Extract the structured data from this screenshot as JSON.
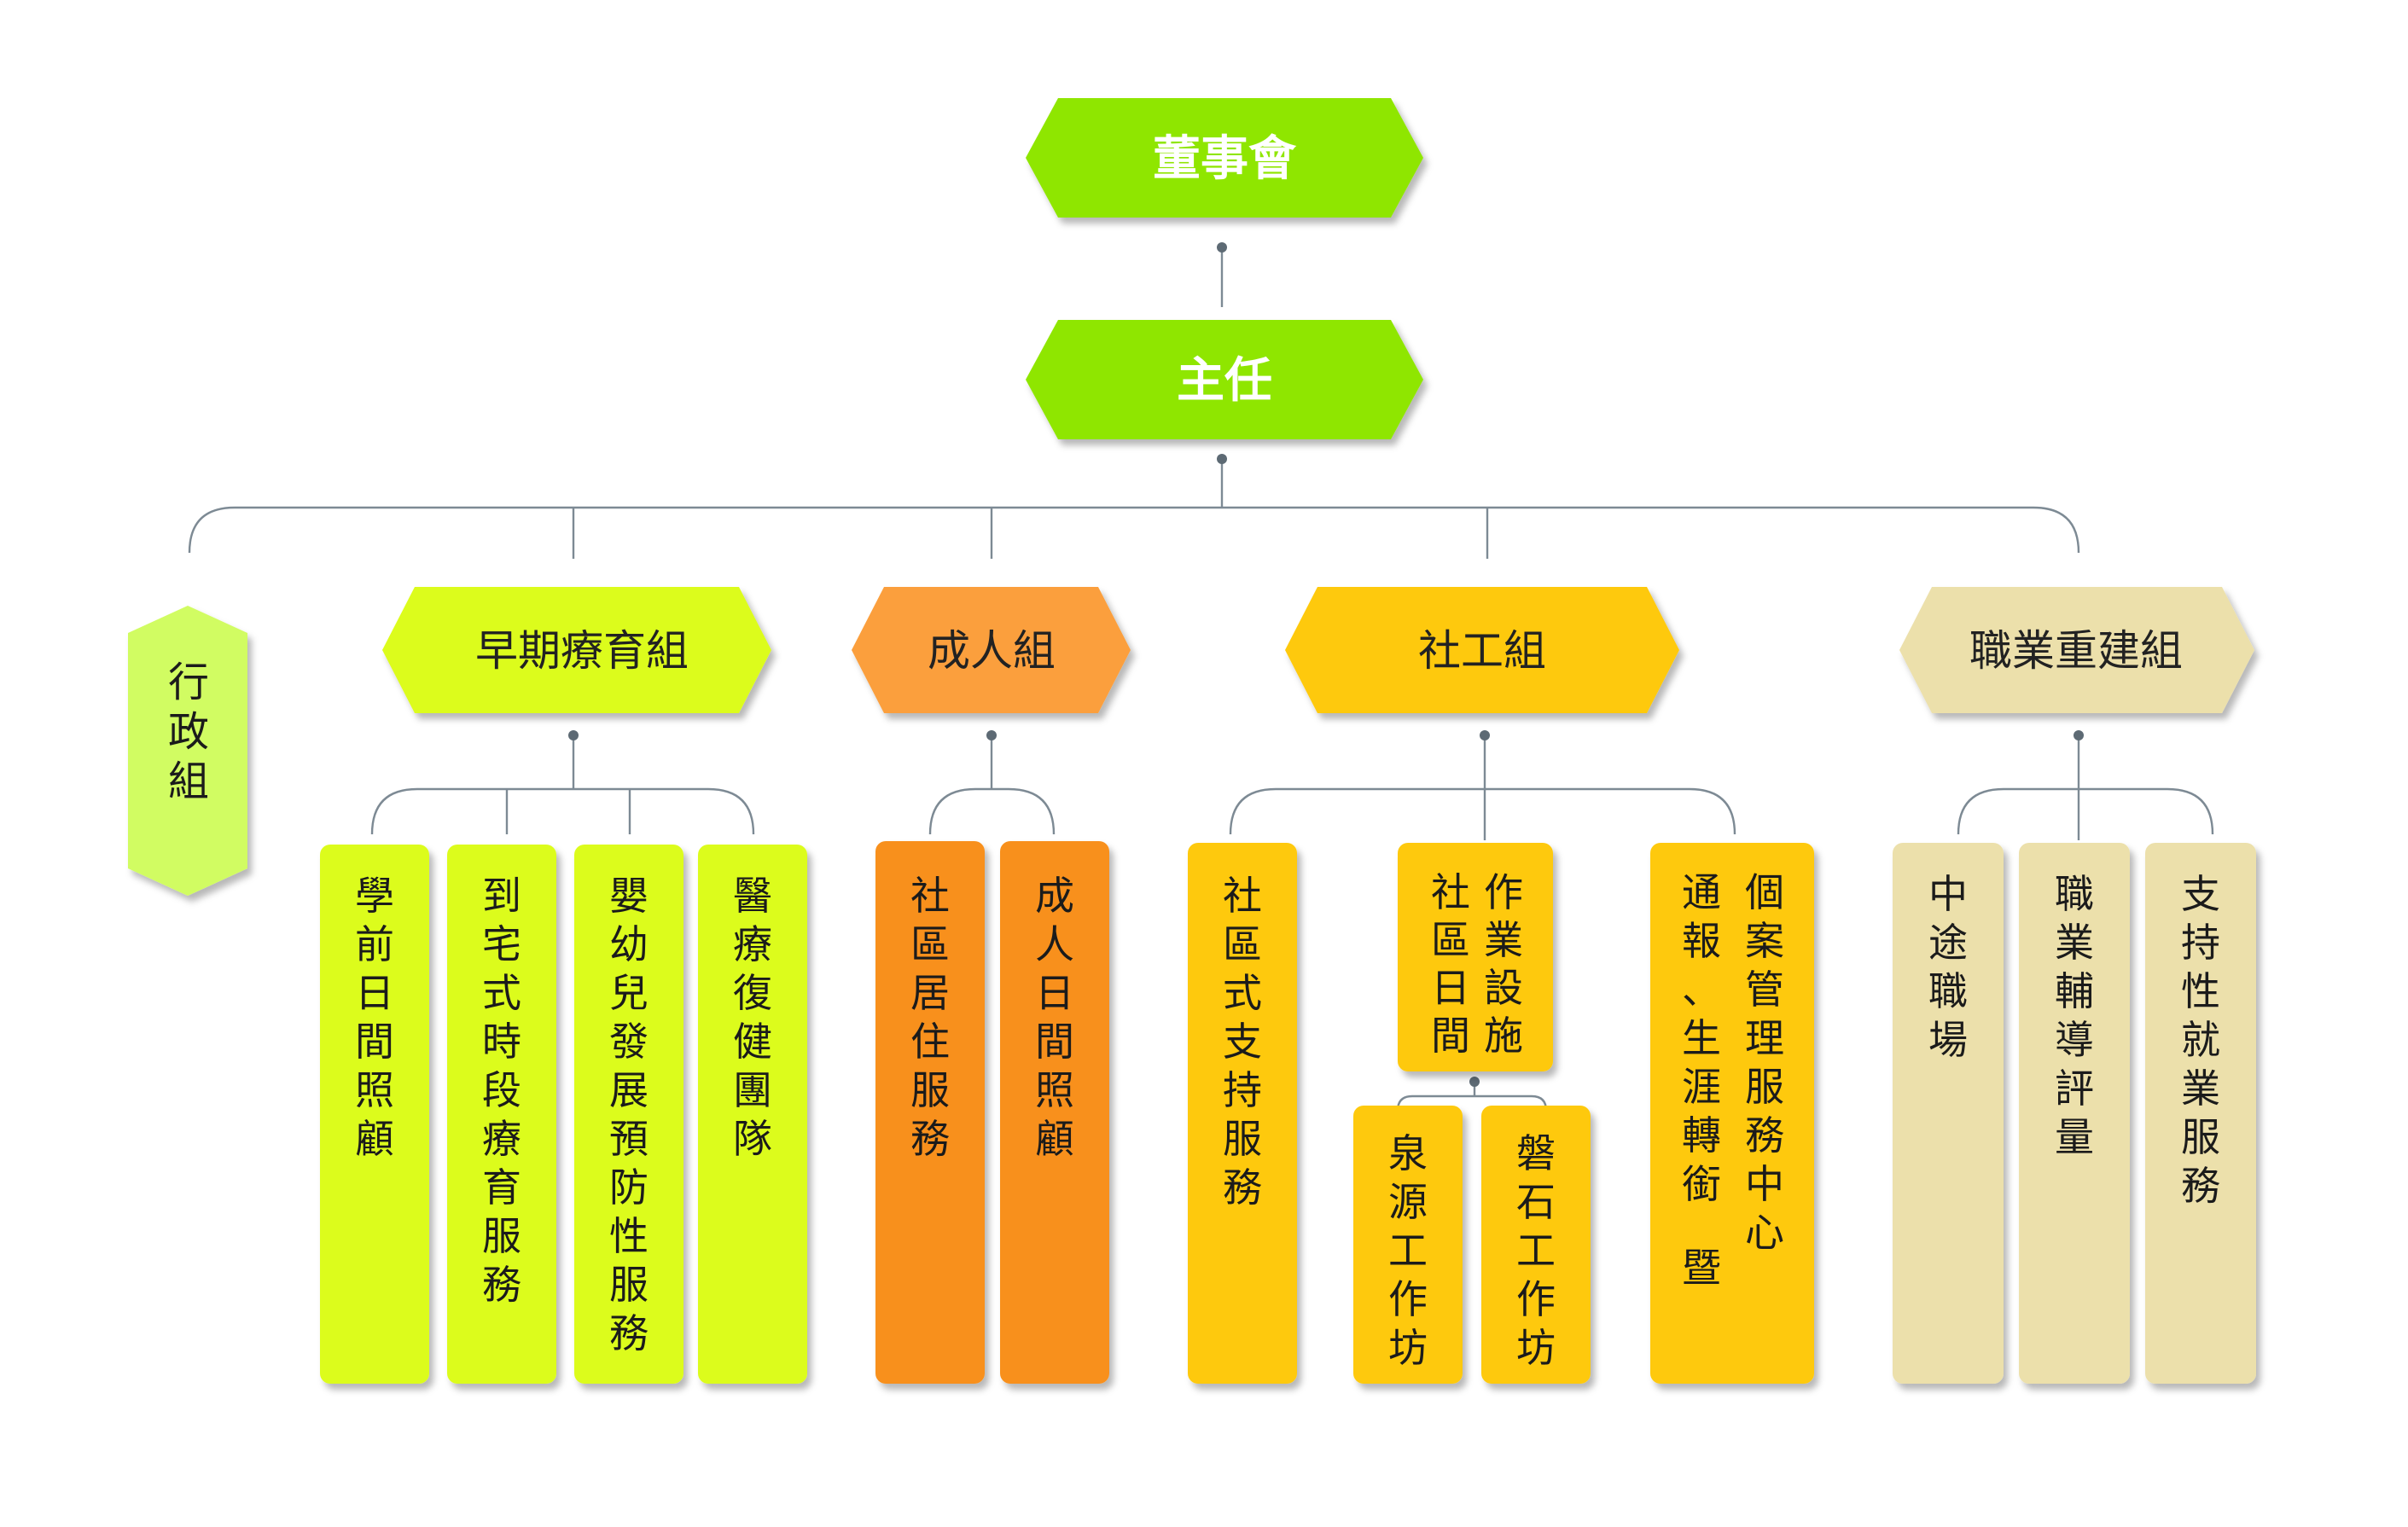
{
  "colors": {
    "lime": "#8fe600",
    "yellowgreen": "#dcfc1e",
    "admin": "#d1fc62",
    "orange_hex": "#fb9f3c",
    "orange_box": "#f8901e",
    "gold": "#fec90a",
    "beige": "#ece0ab",
    "line": "#7d8a94"
  },
  "top": {
    "board": "董事會",
    "director": "主任"
  },
  "departments": {
    "admin": "行政組",
    "early": "早期療育組",
    "adult": "成人組",
    "social": "社工組",
    "vocational": "職業重建組"
  },
  "services": {
    "early": [
      "學前日間照顧",
      "到宅式時段療育服務",
      "嬰幼兒發展預防性服務",
      "醫療復健團隊"
    ],
    "adult": [
      "社區居住服務",
      "成人日間照顧"
    ],
    "social_support": "社區式支持服務",
    "social_day_col1": "社區日間",
    "social_day_col2": "作業設施",
    "social_workshops": [
      "泉源工作坊",
      "磐石工作坊"
    ],
    "case_col1": "個案管理服務中心",
    "case_col2": "通報、生涯轉銜",
    "case_col2_extra": "暨",
    "vocational": [
      "中途職場",
      "職業輔導評量",
      "支持性就業服務"
    ]
  }
}
